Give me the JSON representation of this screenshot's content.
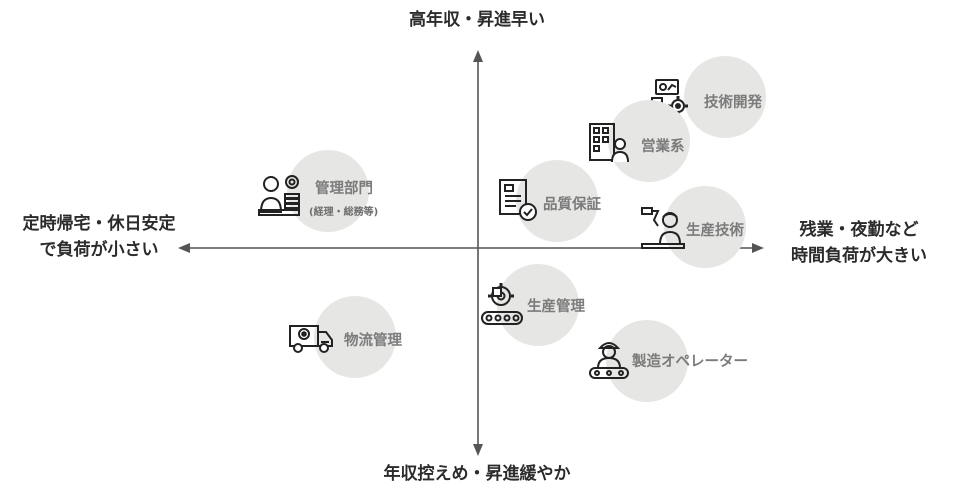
{
  "axes": {
    "top": "高年収・昇進早い",
    "bottom": "年収控えめ・昇進緩やか",
    "left": [
      "定時帰宅・休日安定",
      "で負荷が小さい"
    ],
    "right": [
      "残業・夜勤など",
      "時間負荷が大きい"
    ]
  },
  "roles": {
    "gijutsu": {
      "label": "技術開発",
      "icon": "monitor-gear-icon"
    },
    "eigyo": {
      "label": "営業系",
      "icon": "office-building-person-icon"
    },
    "kanri": {
      "label": "管理部門",
      "sub": "(経理・総務等)",
      "icon": "clerk-coins-icon"
    },
    "hinshitsu": {
      "label": "品質保証",
      "icon": "checklist-gear-icon"
    },
    "seisan_gijutsu": {
      "label": "生産技術",
      "icon": "engineer-robot-arm-icon"
    },
    "seisan_kanri": {
      "label": "生産管理",
      "icon": "conveyor-gear-icon"
    },
    "butsuryu": {
      "label": "物流管理",
      "icon": "delivery-truck-gear-icon"
    },
    "operator": {
      "label": "製造オペレーター",
      "icon": "worker-conveyor-icon"
    }
  }
}
